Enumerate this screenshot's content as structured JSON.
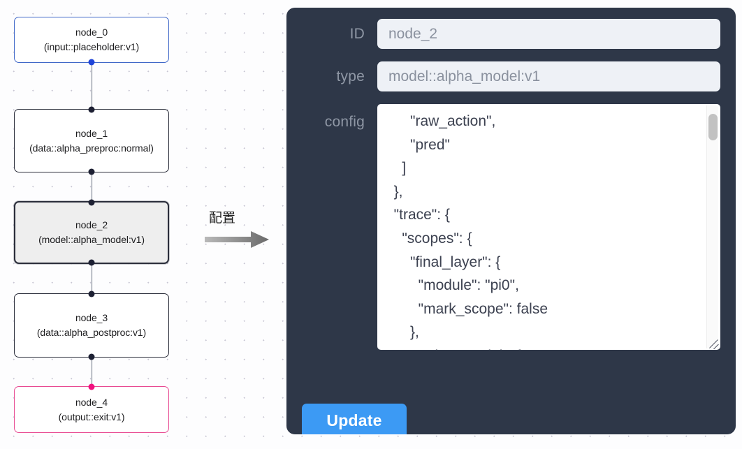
{
  "canvas": {
    "grid": "dot-grid",
    "nodes": [
      {
        "id": "node_0",
        "title": "node_0",
        "subtitle": "(input::placeholder:v1)",
        "kind": "input",
        "border_color": "#4068c8",
        "handle_color": "#1f44d8",
        "selected": false
      },
      {
        "id": "node_1",
        "title": "node_1",
        "subtitle": "(data::alpha_preproc:normal)",
        "kind": "data",
        "border_color": "#2a2d3a",
        "handle_color": "#1d2033",
        "selected": false
      },
      {
        "id": "node_2",
        "title": "node_2",
        "subtitle": "(model::alpha_model:v1)",
        "kind": "model",
        "border_color": "#2a2d3a",
        "handle_color": "#1d2033",
        "selected": true
      },
      {
        "id": "node_3",
        "title": "node_3",
        "subtitle": "(data::alpha_postproc:v1)",
        "kind": "data",
        "border_color": "#2a2d3a",
        "handle_color": "#1d2033",
        "selected": false
      },
      {
        "id": "node_4",
        "title": "node_4",
        "subtitle": "(output::exit:v1)",
        "kind": "output",
        "border_color": "#e84a92",
        "handle_color": "#f1117f",
        "selected": false
      }
    ]
  },
  "annotation": {
    "text": "配置",
    "arrow": "right-arrow"
  },
  "panel": {
    "accent_color": "#3c9af4",
    "background_color": "#2e3748",
    "fields": {
      "id": {
        "label": "ID",
        "value": "node_2",
        "placeholder": "node_2"
      },
      "type": {
        "label": "type",
        "value": "model::alpha_model:v1",
        "placeholder": "model::alpha_model:v1"
      },
      "config": {
        "label": "config",
        "value": "      \"raw_action\",\n      \"pred\"\n    ]\n  },\n  \"trace\": {\n    \"scopes\": {\n      \"final_layer\": {\n        \"module\": \"pi0\",\n        \"mark_scope\": false\n      },\n      \"action_model\": {",
        "scroll": "near-top"
      }
    },
    "update_button": {
      "label": "Update"
    }
  }
}
